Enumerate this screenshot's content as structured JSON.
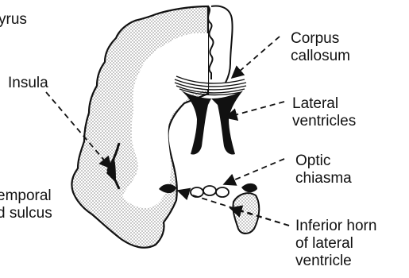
{
  "colors": {
    "ink": "#111111",
    "cortex_stipple": "#b9b9b9",
    "background": "#ffffff"
  },
  "labels": {
    "gyrus": [
      "yrus"
    ],
    "insula": [
      "Insula"
    ],
    "temporal_sulcus": [
      "emporal",
      "d sulcus"
    ],
    "corpus_callosum": [
      "Corpus",
      "callosum"
    ],
    "lateral_ventricles": [
      "Lateral",
      "ventricles"
    ],
    "optic_chiasma": [
      "Optic",
      "chiasma"
    ],
    "inferior_horn": [
      "Inferior horn",
      "of lateral",
      "ventricle"
    ]
  }
}
